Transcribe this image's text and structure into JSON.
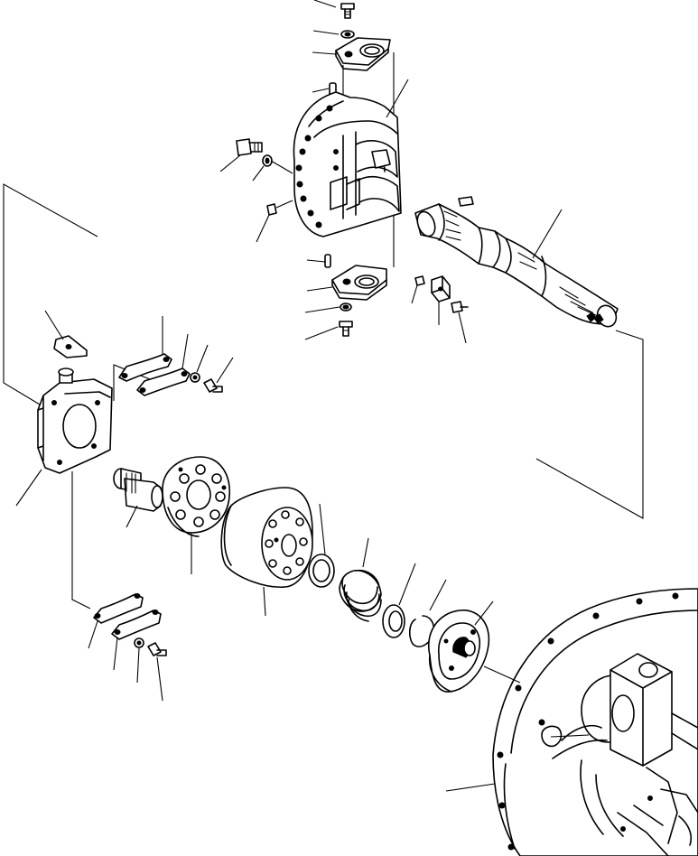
{
  "figure": {
    "kind": "exploded parts diagram",
    "text_labels": []
  },
  "parts": [
    {
      "id": "screw-top"
    },
    {
      "id": "washer-top"
    },
    {
      "id": "retainer-plate-top"
    },
    {
      "id": "pin-top"
    },
    {
      "id": "housing"
    },
    {
      "id": "plug-bolt"
    },
    {
      "id": "plug-washer"
    },
    {
      "id": "plug-small"
    },
    {
      "id": "drive-shaft"
    },
    {
      "id": "shaft-key"
    },
    {
      "id": "pin-lower"
    },
    {
      "id": "retainer-plate-lower"
    },
    {
      "id": "washer-lower"
    },
    {
      "id": "screw-lower"
    },
    {
      "id": "dowel-pin"
    },
    {
      "id": "block-guide"
    },
    {
      "id": "screw-guide"
    },
    {
      "id": "swash-plate-cover"
    },
    {
      "id": "plate-bracket"
    },
    {
      "id": "link-upper"
    },
    {
      "id": "link-upper-2"
    },
    {
      "id": "washer-upper-link"
    },
    {
      "id": "bolt-upper-link"
    },
    {
      "id": "piston-shoe"
    },
    {
      "id": "shoe-plate"
    },
    {
      "id": "cylinder-block"
    },
    {
      "id": "spacer-ring"
    },
    {
      "id": "spring"
    },
    {
      "id": "seal-ring"
    },
    {
      "id": "snap-ring"
    },
    {
      "id": "valve-plate"
    },
    {
      "id": "link-lower"
    },
    {
      "id": "link-lower-2"
    },
    {
      "id": "washer-lower-link"
    },
    {
      "id": "bolt-lower-link"
    },
    {
      "id": "pump-body"
    }
  ]
}
